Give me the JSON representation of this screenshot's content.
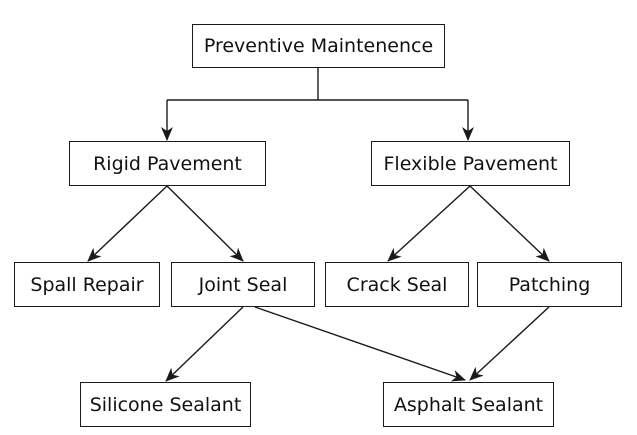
{
  "nodes": {
    "root": "Preventive Maintenence",
    "rigid": "Rigid Pavement",
    "flexible": "Flexible Pavement",
    "spall": "Spall Repair",
    "joint": "Joint Seal",
    "crack": "Crack Seal",
    "patching": "Patching",
    "silicone": "Silicone Sealant",
    "asphalt": "Asphalt Sealant"
  },
  "colors": {
    "stroke": "#1a1a1a",
    "text": "#111111",
    "background": "#ffffff"
  }
}
